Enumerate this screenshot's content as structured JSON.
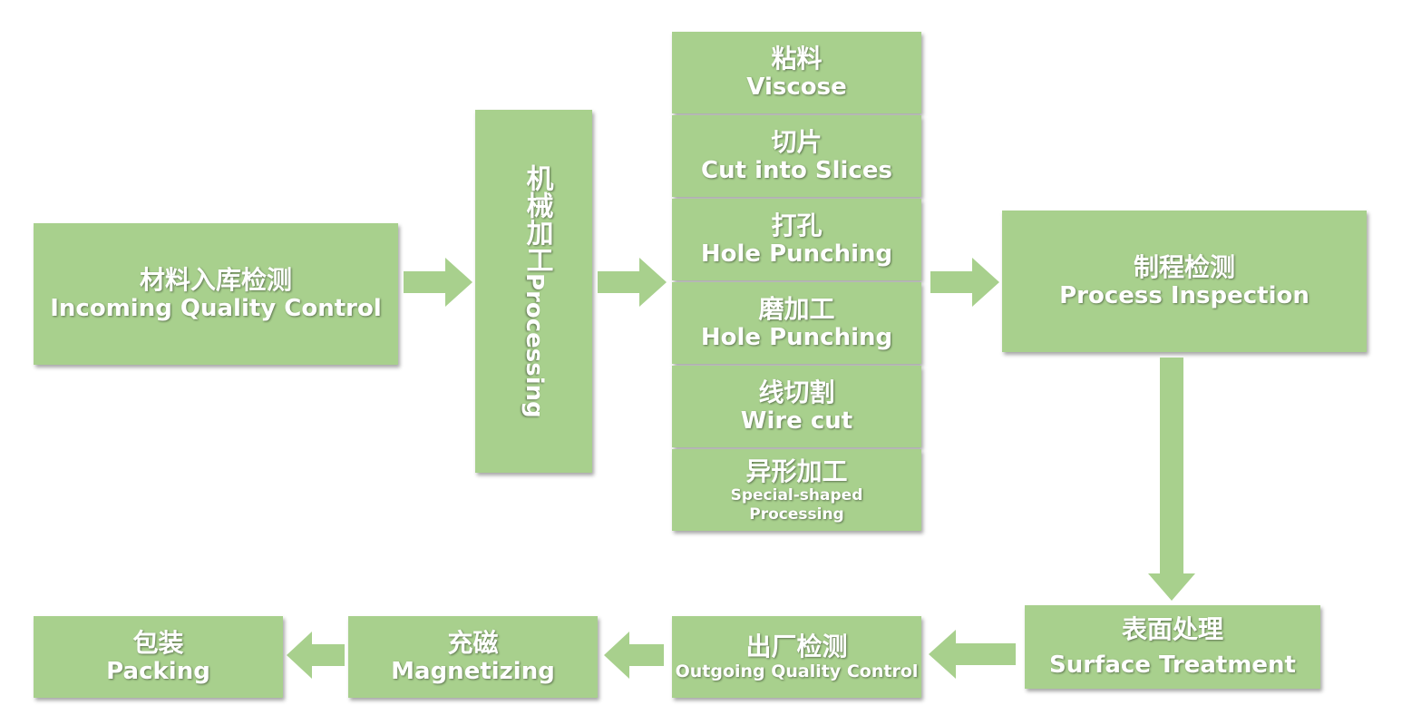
{
  "colors": {
    "box_fill": "#a8d08d",
    "text": "#ffffff",
    "arrow_fill": "#a8d08d"
  },
  "steps": {
    "incoming": {
      "zh": "材料入库检测",
      "en": "Incoming Quality Control"
    },
    "processing": {
      "zh": "机械加工",
      "en": "Processing"
    },
    "viscose": {
      "zh": "粘料",
      "en": "Viscose"
    },
    "cut": {
      "zh": "切片",
      "en": "Cut into Slices"
    },
    "punch": {
      "zh": "打孔",
      "en": "Hole Punching"
    },
    "grind": {
      "zh": "磨加工",
      "en": "Hole Punching"
    },
    "wire": {
      "zh": "线切割",
      "en": "Wire cut"
    },
    "special": {
      "zh": "异形加工",
      "en_line1": "Special-shaped",
      "en_line2": "Processing"
    },
    "inspection": {
      "zh": "制程检测",
      "en": "Process Inspection"
    },
    "surface": {
      "zh": "表面处理",
      "en": "Surface Treatment"
    },
    "outgoing": {
      "zh": "出厂检测",
      "en": "Outgoing Quality Control"
    },
    "magnetizing": {
      "zh": "充磁",
      "en": "Magnetizing"
    },
    "packing": {
      "zh": "包装",
      "en": "Packing"
    }
  }
}
